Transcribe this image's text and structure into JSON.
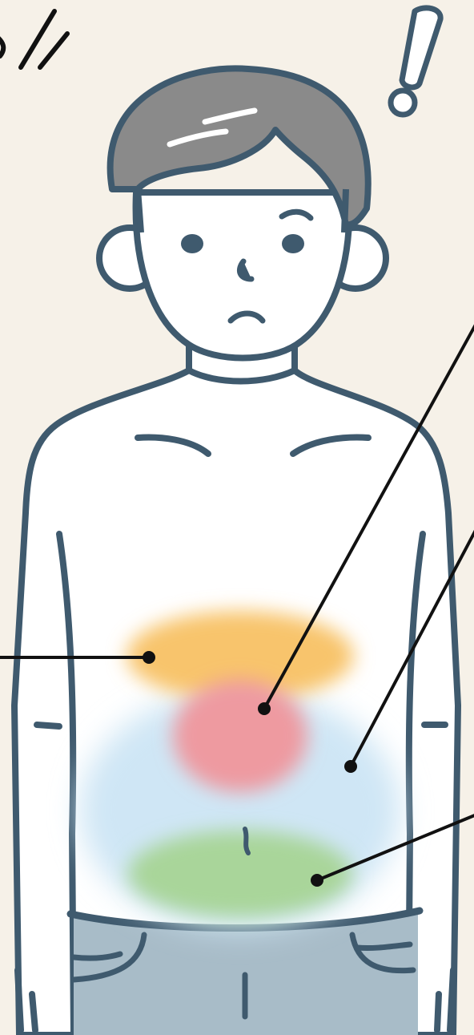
{
  "illustration": {
    "background": "#f6f1e8",
    "outline": "#3f5a6e",
    "hair": "#8a8a8a",
    "skin": "#ffffff",
    "pants": "#a8bcc8",
    "leader_line": "#111111",
    "marks": [
      "exclamation-icon",
      "tension-lines-icon"
    ]
  },
  "pain_zones": [
    {
      "name": "upper-abdomen",
      "color": "#f8c46c"
    },
    {
      "name": "center-abdomen",
      "color": "#ee9aa0"
    },
    {
      "name": "whole-abdomen",
      "color": "#cfe6f5"
    },
    {
      "name": "lower-abdomen",
      "color": "#a9d59a"
    }
  ]
}
